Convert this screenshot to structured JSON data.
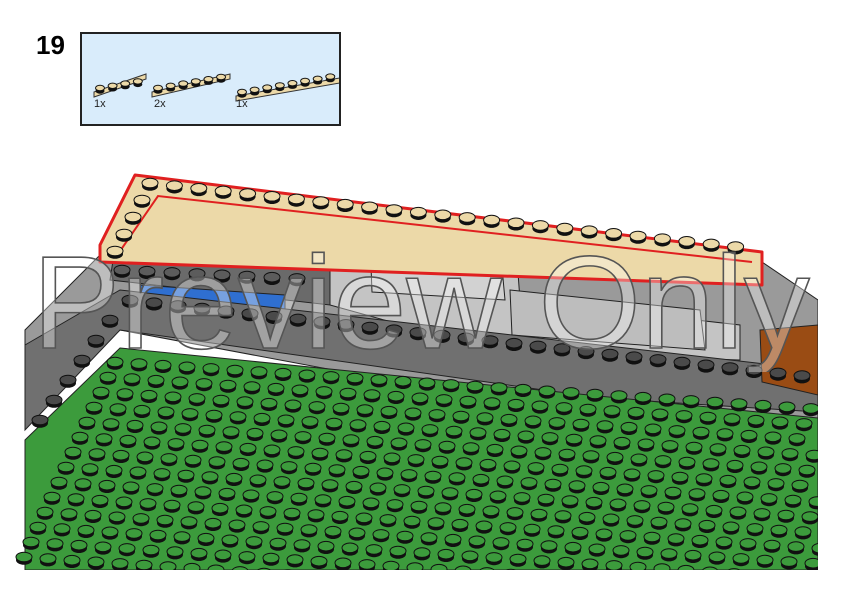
{
  "step": {
    "number": "19"
  },
  "parts": [
    {
      "quantity": "1x",
      "name": "tan-plate-1x4"
    },
    {
      "quantity": "2x",
      "name": "tan-plate-1x6"
    },
    {
      "quantity": "1x",
      "name": "tan-plate-1x8"
    }
  ],
  "watermark": {
    "text": "Preview Only"
  },
  "colors": {
    "panel_bg": "#d9ecfb",
    "tan": "#ecd9a8",
    "highlight": "#e02020",
    "green": "#3c9b3c",
    "dark_gray": "#5c5c5c",
    "light_gray": "#b4b4b4",
    "blue": "#2f6fd0",
    "brown": "#9a4c14"
  }
}
